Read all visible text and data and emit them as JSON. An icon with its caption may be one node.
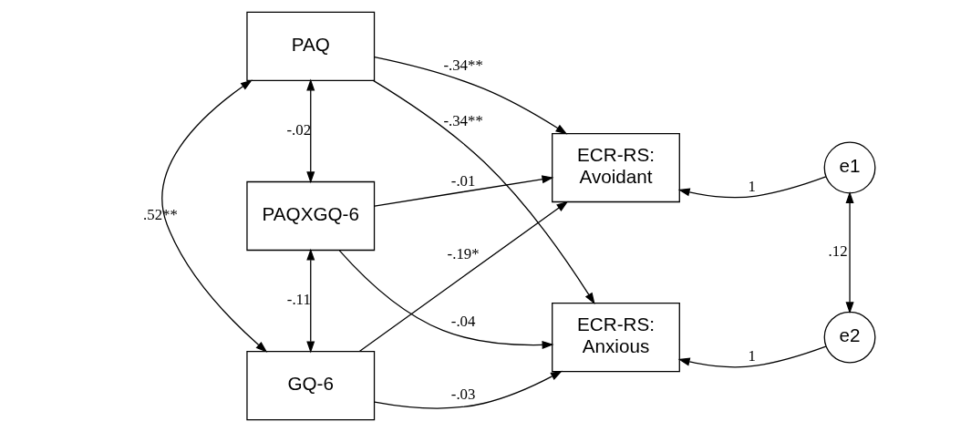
{
  "diagram": {
    "nodes": [
      {
        "text": [
          "PAQ"
        ]
      },
      {
        "text": [
          "PAQXGQ-6"
        ]
      },
      {
        "text": [
          "GQ-6"
        ]
      },
      {
        "text": [
          "ECR-RS: Avoidant"
        ]
      },
      {
        "text": [
          "ECR-RS: Anxious"
        ]
      },
      {
        "text": [
          "e1"
        ]
      },
      {
        "text": [
          "e2"
        ]
      }
    ],
    "edges": [
      {
        "from": 0,
        "to": 3,
        "arrow": "to",
        "label": "-.34**"
      },
      {
        "from": 0,
        "to": 4,
        "arrow": "to",
        "label": "-.34**"
      },
      {
        "from": 1,
        "to": 3,
        "arrow": "to",
        "label": "-.01"
      },
      {
        "from": 1,
        "to": 4,
        "arrow": "to",
        "label": "-.04"
      },
      {
        "from": 2,
        "to": 3,
        "arrow": "to",
        "label": "-.19*"
      },
      {
        "from": 2,
        "to": 4,
        "arrow": "to",
        "label": "-.03"
      },
      {
        "from": 5,
        "to": 3,
        "arrow": "to",
        "label": "1"
      },
      {
        "from": 6,
        "to": 4,
        "arrow": "to",
        "label": "1"
      },
      {
        "from": 0,
        "to": 1,
        "arrow": "both",
        "label": "-.02"
      },
      {
        "from": 1,
        "to": 2,
        "arrow": "both",
        "label": "-.11"
      },
      {
        "from": 0,
        "to": 2,
        "arrow": "both",
        "label": ".52**"
      },
      {
        "from": 5,
        "to": 6,
        "arrow": "both",
        "label": ".12"
      }
    ]
  }
}
